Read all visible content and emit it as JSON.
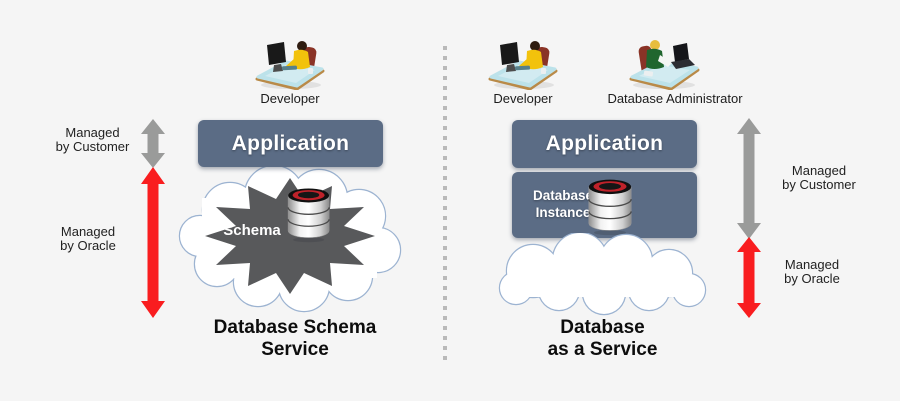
{
  "background_color": "#f5f5f5",
  "colors": {
    "box_fill": "#5b6c85",
    "managed_customer_arrow": "#9a9b9a",
    "managed_oracle_arrow": "#f91d1f",
    "cloud_outline": "#9cb3d1",
    "schema_burst": "#58595b",
    "divider_dot": "#b9b9b9",
    "database_top_ring": "#bf222a"
  },
  "left_panel": {
    "actor_developer": {
      "label": "Developer",
      "icon": "developer-at-desk-icon"
    },
    "application_box": {
      "label": "Application"
    },
    "schema_cloud": {
      "schema_label": "Schema",
      "icon": "database-cylinder-icon"
    },
    "title": "Database Schema\nService",
    "managed_by_customer_label": "Managed\nby Customer",
    "managed_by_oracle_label": "Managed\nby Oracle"
  },
  "right_panel": {
    "actor_developer": {
      "label": "Developer",
      "icon": "developer-at-desk-icon"
    },
    "actor_dba": {
      "label": "Database Administrator",
      "icon": "admin-at-laptop-icon"
    },
    "application_box": {
      "label": "Application"
    },
    "database_instance_box": {
      "label": "Database\nInstance",
      "icon": "database-cylinder-icon"
    },
    "title": "Database\nas a Service",
    "managed_by_customer_label": "Managed\nby Customer",
    "managed_by_oracle_label": "Managed\nby Oracle"
  }
}
